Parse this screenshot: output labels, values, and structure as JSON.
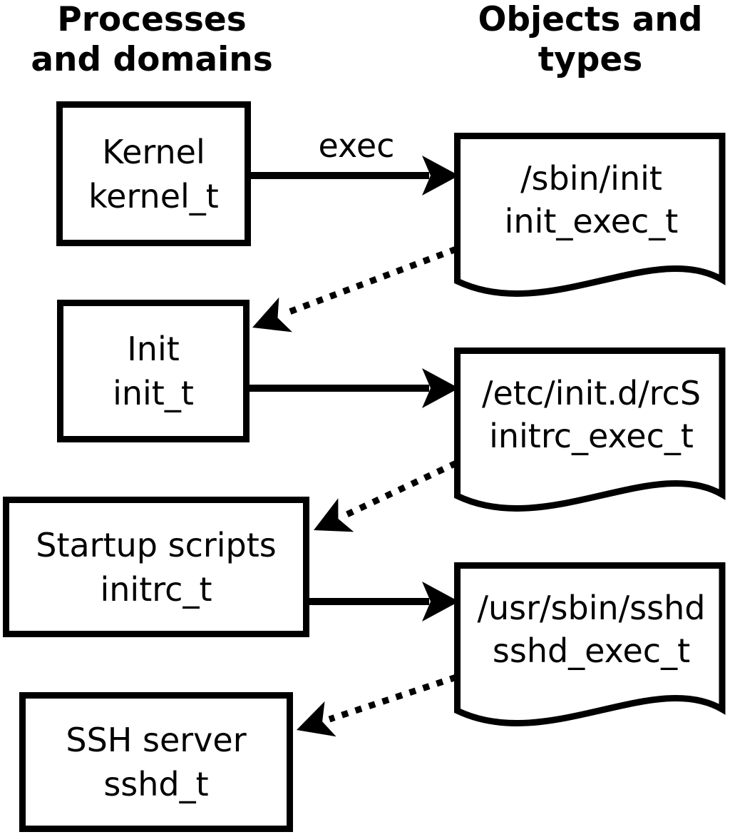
{
  "title_columns": {
    "left": {
      "line1": "Processes",
      "line2": "and domains"
    },
    "right": {
      "line1": "Objects and",
      "line2": "types"
    }
  },
  "processes": [
    {
      "name": "Kernel",
      "type": "kernel_t"
    },
    {
      "name": "Init",
      "type": "init_t"
    },
    {
      "name": "Startup scripts",
      "type": "initrc_t"
    },
    {
      "name": "SSH server",
      "type": "sshd_t"
    }
  ],
  "objects": [
    {
      "path": "/sbin/init",
      "type": "init_exec_t"
    },
    {
      "path": "/etc/init.d/rcS",
      "type": "initrc_exec_t"
    },
    {
      "path": "/usr/sbin/sshd",
      "type": "sshd_exec_t"
    }
  ],
  "edges": [
    {
      "from": "Kernel",
      "to": "/sbin/init",
      "label": "exec",
      "style": "solid"
    },
    {
      "from": "/sbin/init",
      "to": "Init",
      "label": "",
      "style": "dotted"
    },
    {
      "from": "Init",
      "to": "/etc/init.d/rcS",
      "label": "",
      "style": "solid"
    },
    {
      "from": "/etc/init.d/rcS",
      "to": "Startup scripts",
      "label": "",
      "style": "dotted"
    },
    {
      "from": "Startup scripts",
      "to": "/usr/sbin/sshd",
      "label": "",
      "style": "solid"
    },
    {
      "from": "/usr/sbin/sshd",
      "to": "SSH server",
      "label": "",
      "style": "dotted"
    }
  ],
  "colors": {
    "foreground": "#000000",
    "background": "#ffffff"
  }
}
